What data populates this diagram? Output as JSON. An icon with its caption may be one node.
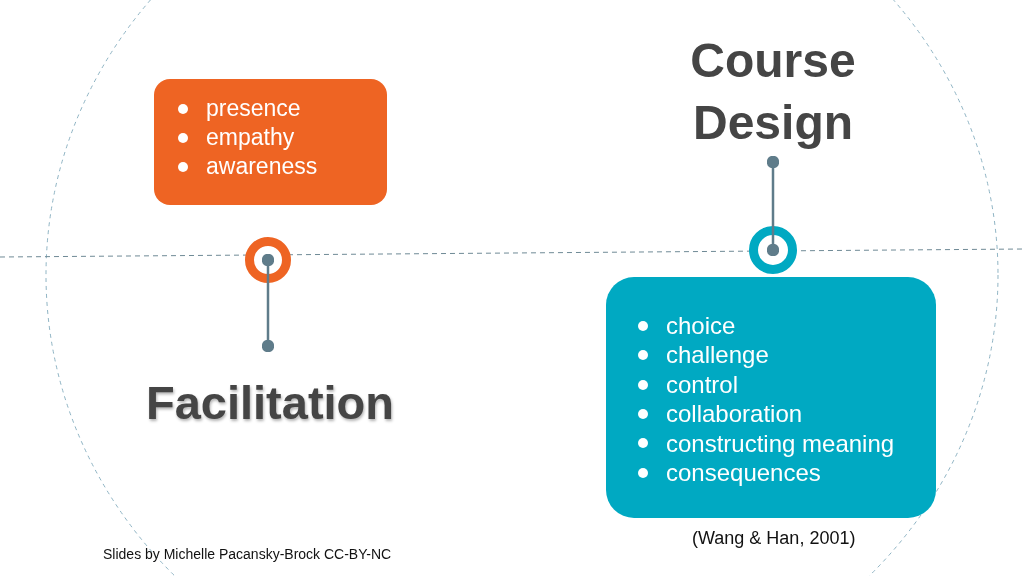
{
  "diagram": {
    "nodes": [
      {
        "text": [
          "presence",
          "empathy",
          "awareness"
        ]
      },
      {
        "text": [],
        "shape": "circle"
      },
      {
        "text": [
          "Facilitation"
        ]
      },
      {
        "text": [
          "Course Design"
        ]
      },
      {
        "text": [],
        "shape": "circle"
      },
      {
        "text": [
          "choice",
          "challenge",
          "control",
          "collaboration",
          "constructing meaning",
          "consequences"
        ],
        "beside": [
          "(Wang & Han, 2001)"
        ]
      }
    ],
    "edges": [
      {
        "from": 1,
        "to": 2,
        "arrow": "other"
      },
      {
        "from": 3,
        "to": 4,
        "arrow": "other"
      }
    ],
    "labels": [
      "Slides by Michelle Pacansky-Brock CC-BY-NC"
    ]
  }
}
